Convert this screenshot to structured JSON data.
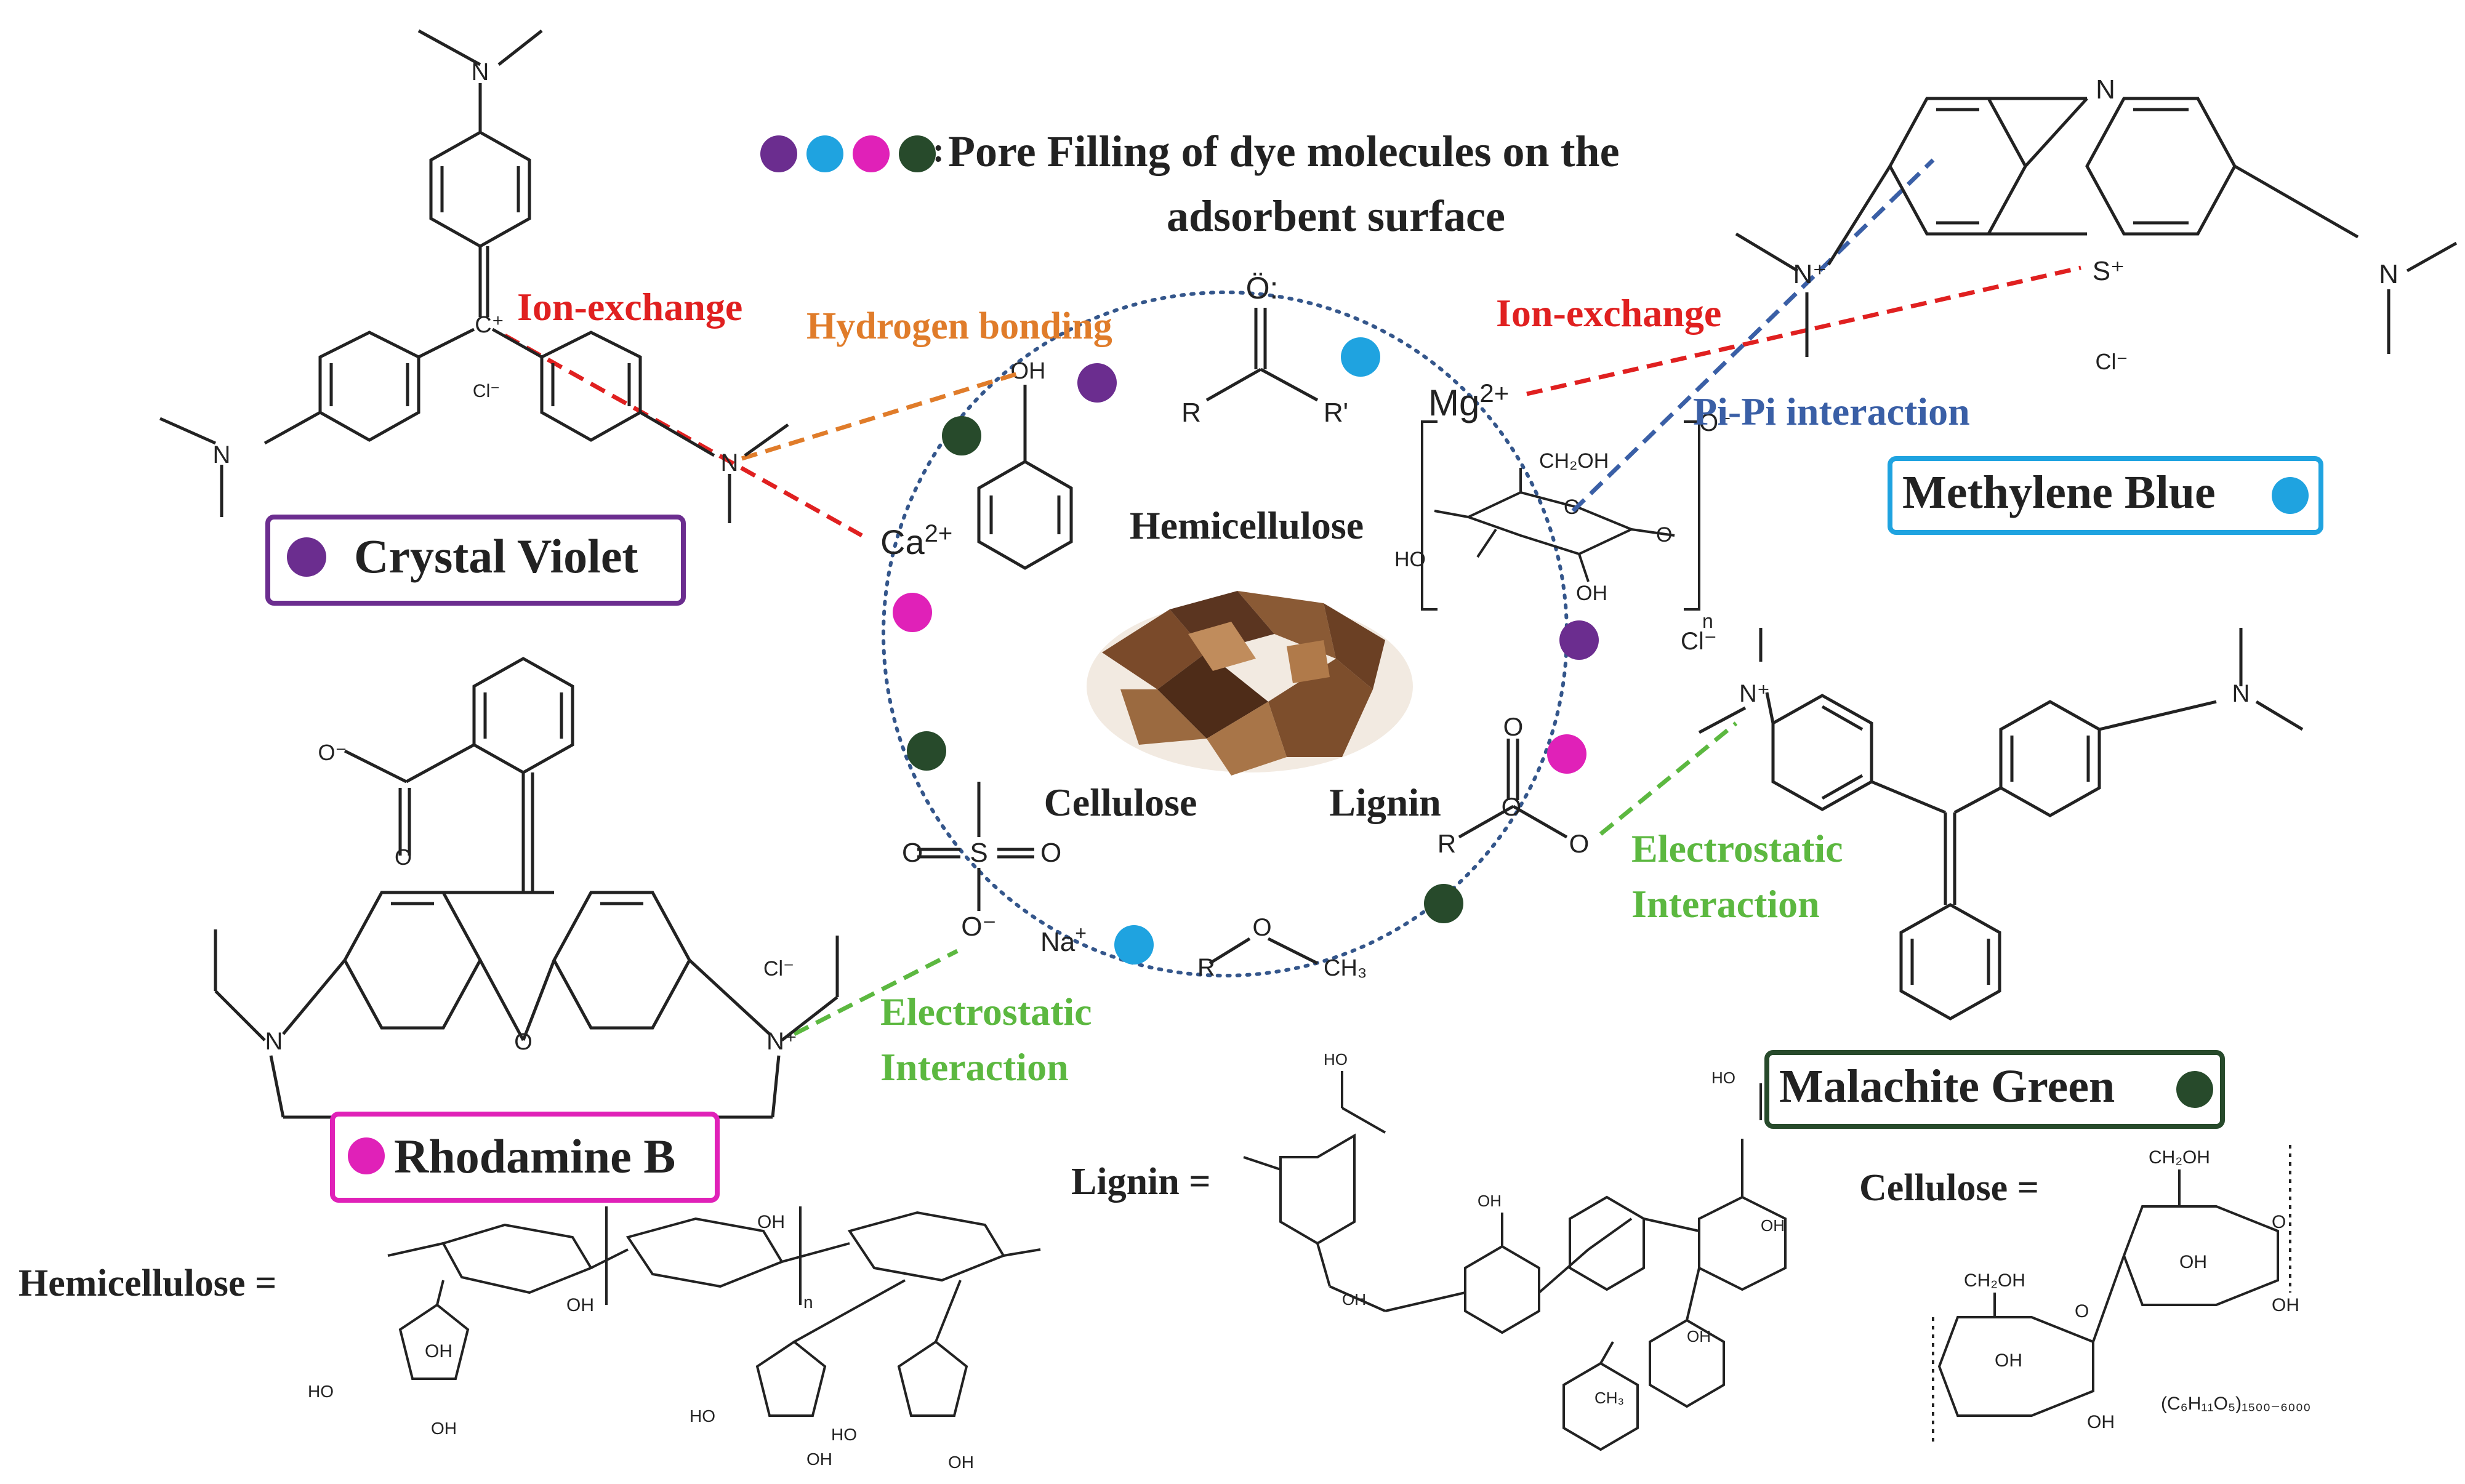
{
  "title": {
    "line1": "Pore Filling of dye molecules on the",
    "line2": "adsorbent surface"
  },
  "colors": {
    "violet": "#6b2d8f",
    "cyan": "#1fa3e0",
    "magenta": "#e021b8",
    "green": "#274a2b",
    "red": "#e02020",
    "orange": "#e07c2a",
    "blue": "#3a5fa6",
    "lightgreen": "#5cb840",
    "ring": "#34568b",
    "ink": "#222222"
  },
  "interactions": {
    "ion_exchange_left": "Ion-exchange",
    "ion_exchange_right": "Ion-exchange",
    "hydrogen_bonding": "Hydrogen  bonding",
    "pi_pi": "Pi-Pi interaction",
    "electrostatic_left_1": "Electrostatic",
    "electrostatic_left_2": "Interaction",
    "electrostatic_right_1": "Electrostatic",
    "electrostatic_right_2": "Interaction"
  },
  "dyes": {
    "crystal_violet": "Crystal Violet",
    "methylene_blue": "Methylene Blue",
    "rhodamine_b": "Rhodamine B",
    "malachite_green": "Malachite Green"
  },
  "center": {
    "hemicellulose": "Hemicellulose",
    "cellulose": "Cellulose",
    "lignin": "Lignin"
  },
  "ions": {
    "ca": "Ca",
    "ca_charge": "2+",
    "mg": "Mg",
    "mg_charge": "2+",
    "na": "Na",
    "na_charge": "+",
    "cl": "Cl",
    "cl_charge": "−"
  },
  "atoms": {
    "o": "O",
    "o_lone": "Ö:",
    "r": "R",
    "r_prime": "R'",
    "oh": "OH",
    "ho": "HO",
    "ch2oh": "CH₂OH",
    "ch3": "CH₃",
    "s": "S",
    "n": "N",
    "n_plus": "N⁺",
    "s_plus": "S⁺",
    "c_plus": "C⁺",
    "o_minus": "O⁻",
    "n_sub": "n",
    "cl_minus": "Cl⁻"
  },
  "legend": {
    "hemicellulose": "Hemicellulose  =",
    "lignin": "Lignin  =",
    "cellulose": "Cellulose  =",
    "cellulose_formula": "(C₆H₁₁O₅)₁₅₀₀₋₆₀₀₀"
  }
}
